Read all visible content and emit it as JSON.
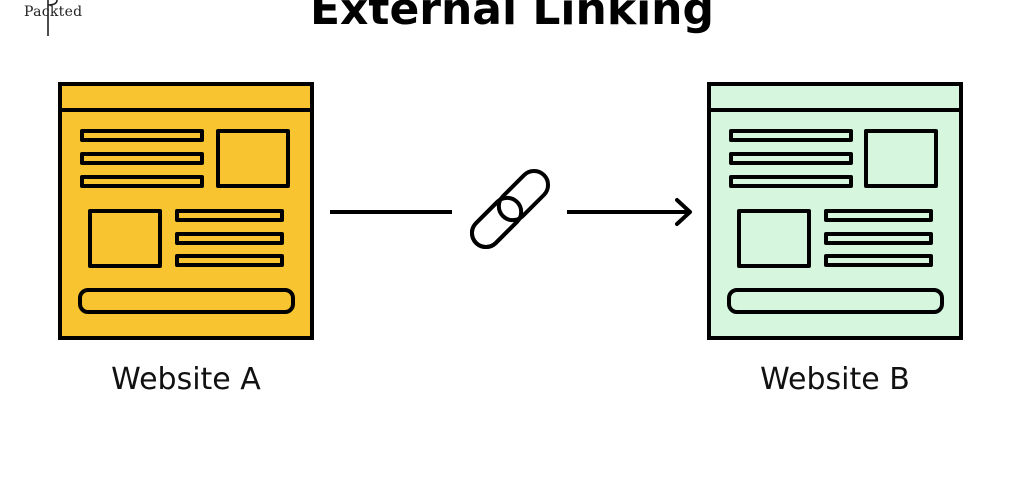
{
  "logo": {
    "text": "Packted"
  },
  "title": "External Linking",
  "website_a": {
    "label": "Website A",
    "fill": "#F8C430"
  },
  "website_b": {
    "label": "Website B",
    "fill": "#D6F7DE"
  },
  "stroke_color": "#000000",
  "link_icon": "chain-link-icon",
  "arrow_icon": "arrow-right-icon"
}
